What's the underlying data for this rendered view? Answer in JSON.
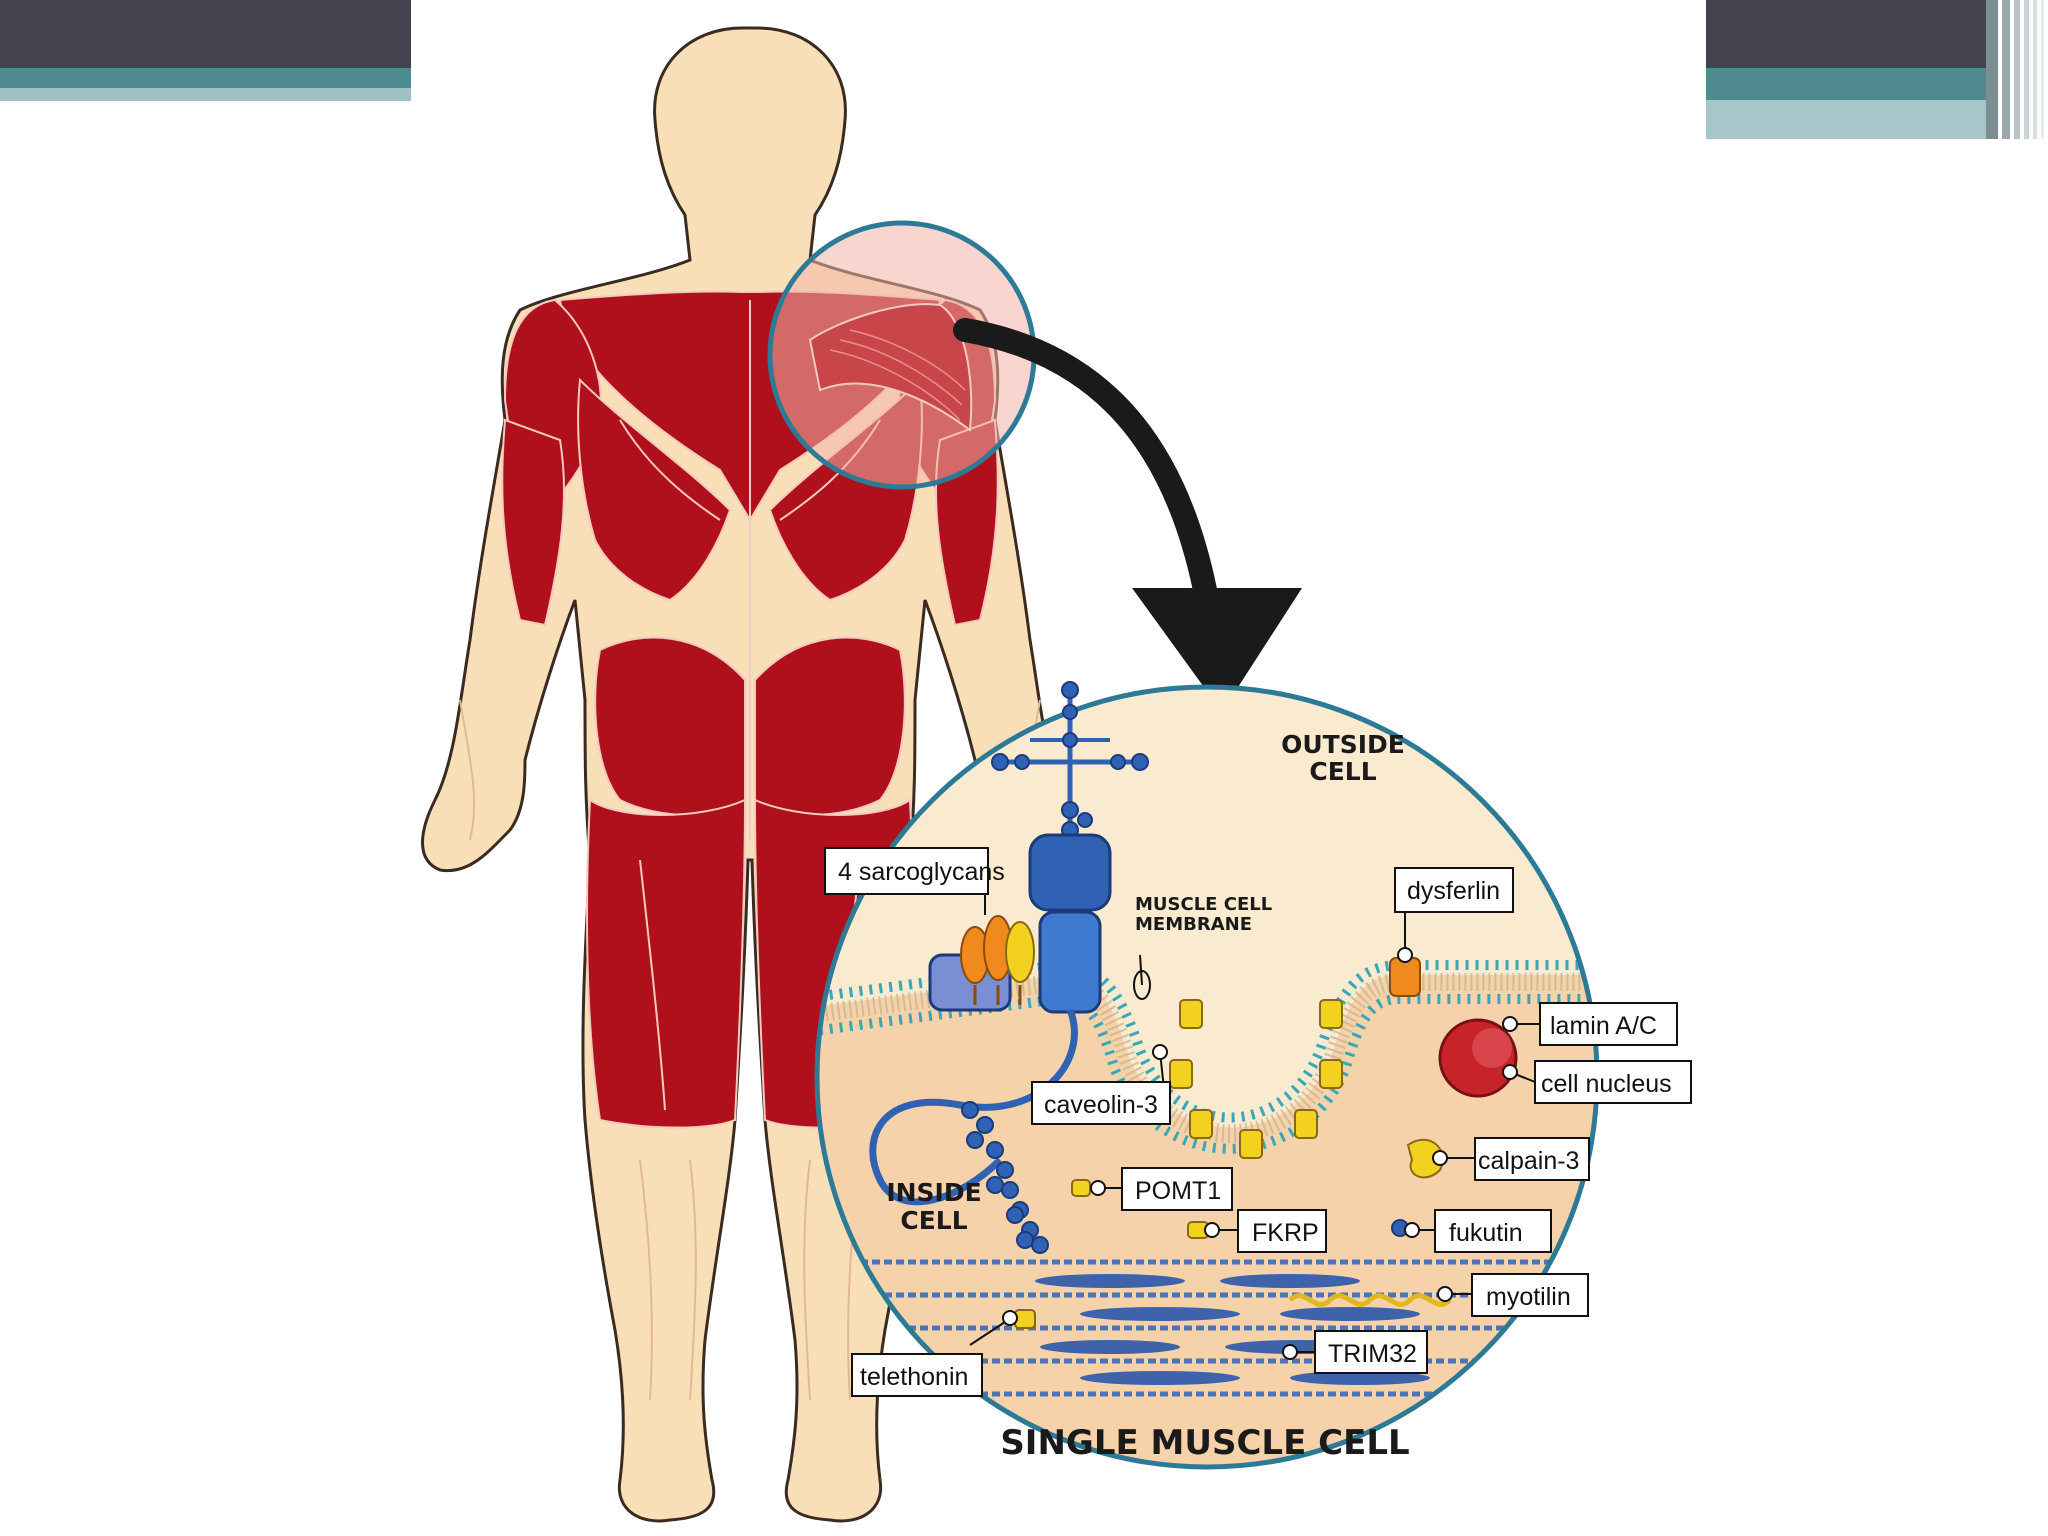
{
  "diagram": {
    "outside_cell": [
      "OUTSIDE",
      "CELL"
    ],
    "inside_cell": [
      "INSIDE",
      "CELL"
    ],
    "membrane": [
      "MUSCLE CELL",
      "MEMBRANE"
    ],
    "caption": "SINGLE MUSCLE CELL",
    "labels": {
      "sarcoglycans": "4 sarcoglycans",
      "dysferlin": "dysferlin",
      "lamin": "lamin A/C",
      "nucleus": "cell nucleus",
      "caveolin": "caveolin-3",
      "calpain": "calpain-3",
      "pomt1": "POMT1",
      "fkrp": "FKRP",
      "fukutin": "fukutin",
      "myotilin": "myotilin",
      "telethonin": "telethonin",
      "trim32": "TRIM32"
    }
  },
  "colors": {
    "muscle": "#b0101c",
    "skin": "#f8dfb8",
    "cell_outline": "#2d7a96",
    "cytoplasm": "#f6d2aa",
    "exterior": "#f9ead0",
    "protein_blue": "#2f61b5",
    "protein_yellow": "#f2d21e",
    "protein_orange": "#f08a1c",
    "deco_dark": "#43434f",
    "deco_teal": "#4f8a8e"
  }
}
